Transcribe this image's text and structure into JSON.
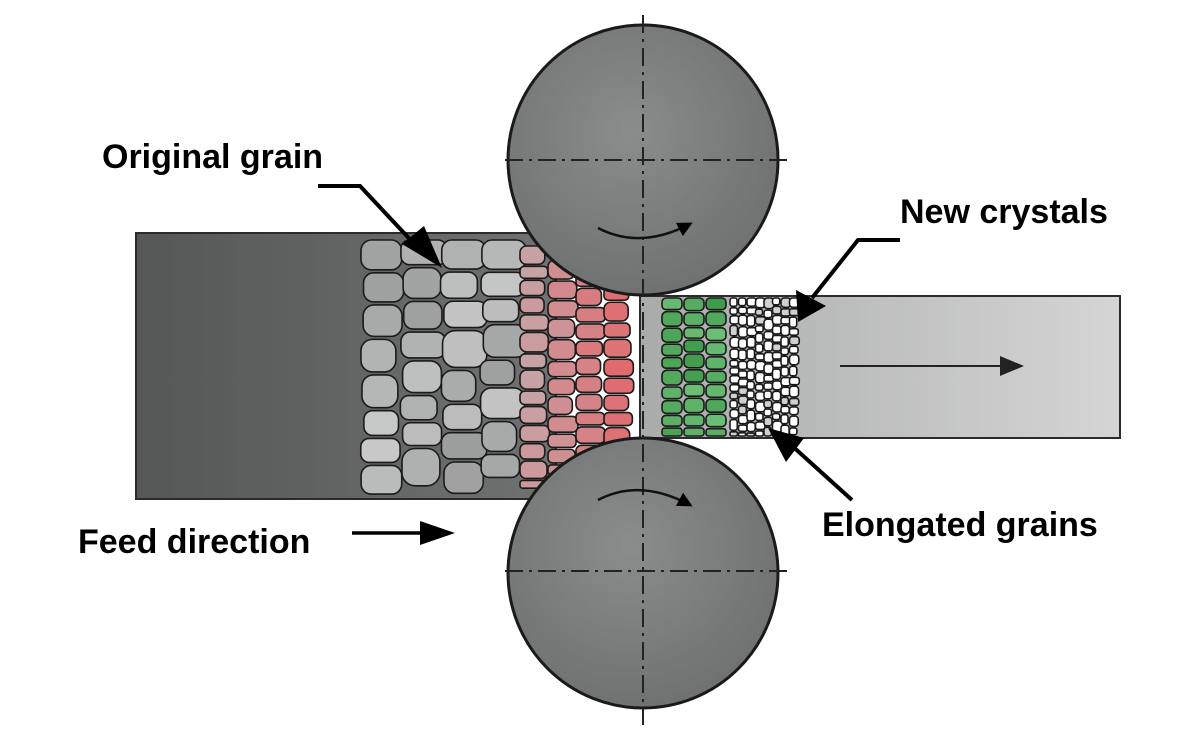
{
  "labels": {
    "original_grain": "Original grain",
    "new_crystals": "New crystals",
    "elongated_grains": "Elongated grains",
    "feed_direction": "Feed direction"
  },
  "colors": {
    "thick_strip": "#6b6d6c",
    "thin_strip": "#c2c4c3",
    "roller": "#7d807e",
    "original_grain": "#b5b7b6",
    "deformed_grain": "#e06a6e",
    "elongated_grain": "#3f9a4a",
    "new_crystal": "#ffffff",
    "outline": "#1a1a1a"
  }
}
